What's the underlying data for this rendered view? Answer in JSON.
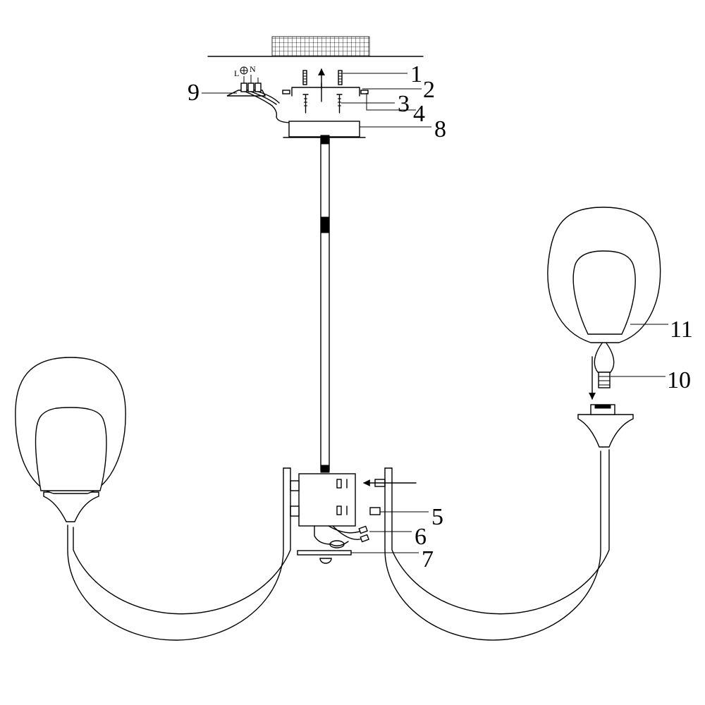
{
  "diagram": {
    "callouts": [
      {
        "id": "1",
        "label": "1"
      },
      {
        "id": "2",
        "label": "2"
      },
      {
        "id": "3",
        "label": "3"
      },
      {
        "id": "4",
        "label": "4"
      },
      {
        "id": "5",
        "label": "5"
      },
      {
        "id": "6",
        "label": "6"
      },
      {
        "id": "7",
        "label": "7"
      },
      {
        "id": "8",
        "label": "8"
      },
      {
        "id": "9",
        "label": "9"
      },
      {
        "id": "10",
        "label": "10"
      },
      {
        "id": "11",
        "label": "11"
      }
    ],
    "terminal_labels": {
      "live": "L",
      "neutral": "N",
      "earth": "⏚"
    },
    "icons": [
      "ceiling-hatch",
      "screw",
      "bracket",
      "ceiling-canopy",
      "downrod",
      "junction-box",
      "nut",
      "wire-connector",
      "bottom-cap",
      "terminal-block",
      "bulb",
      "shade",
      "arm"
    ]
  }
}
